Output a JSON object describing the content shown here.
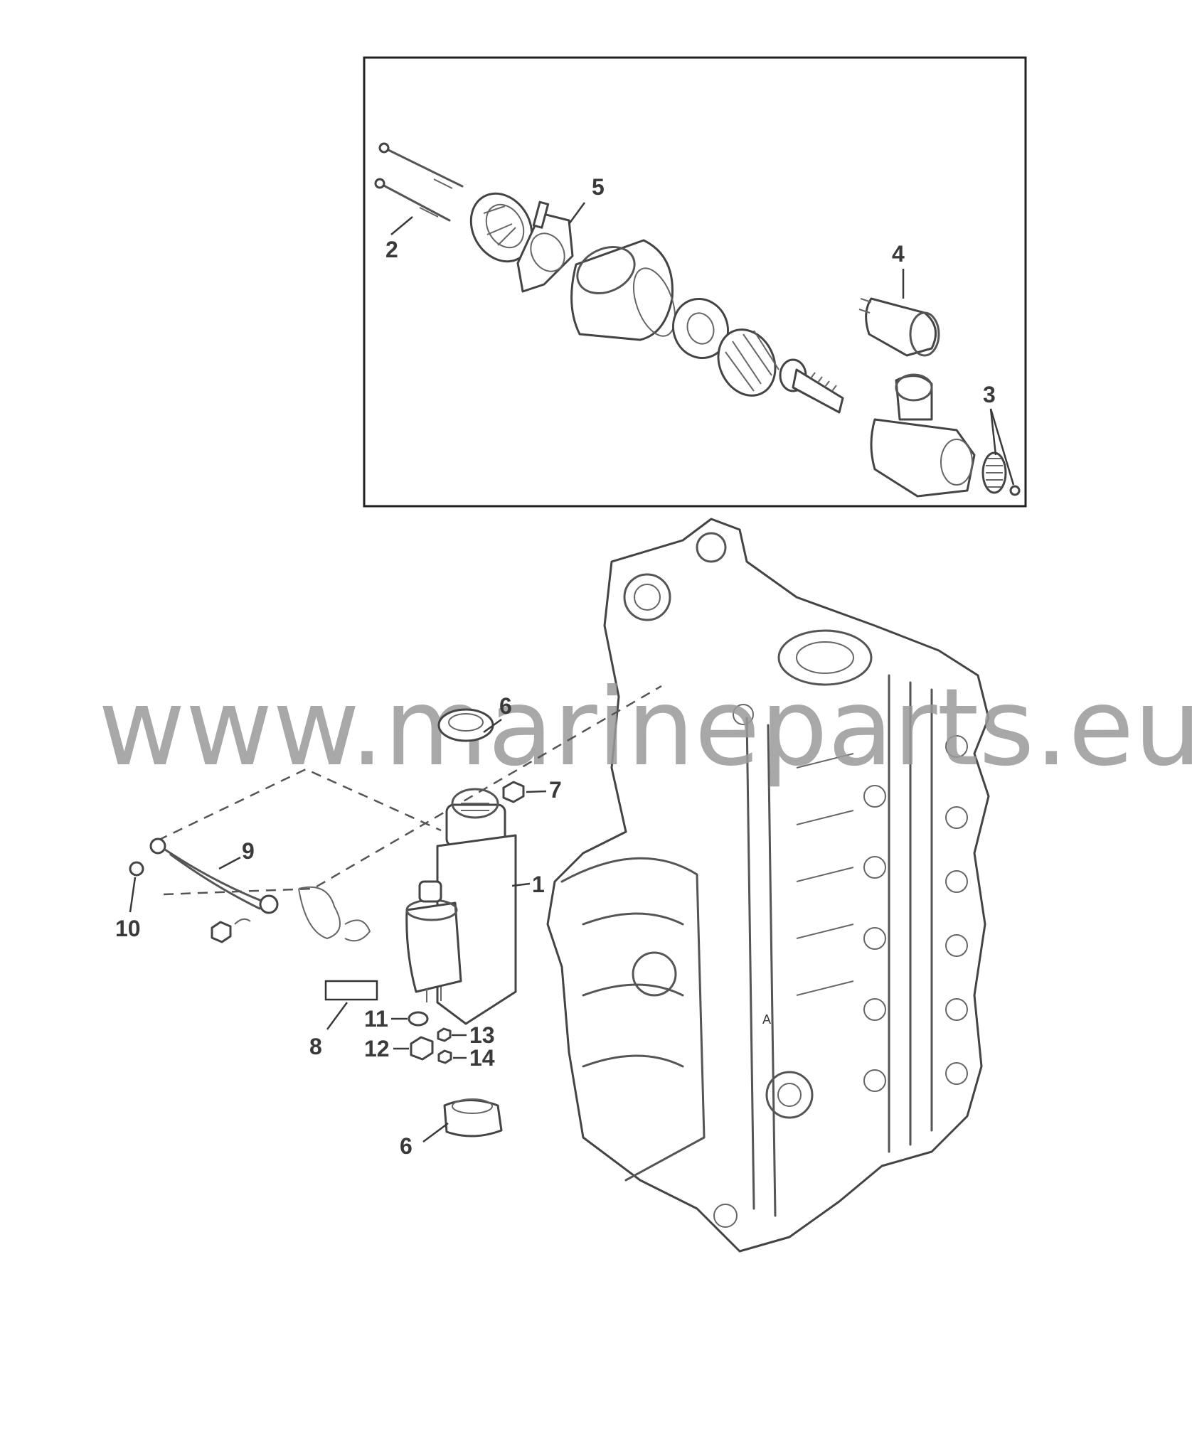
{
  "watermark": "www.marineparts.eu",
  "callouts": {
    "c1": "1",
    "c2": "2",
    "c3": "3",
    "c4": "4",
    "c5": "5",
    "c6a": "6",
    "c6b": "6",
    "c7": "7",
    "c8": "8",
    "c9": "9",
    "c10": "10",
    "c11": "11",
    "c12": "12",
    "c13": "13",
    "c14": "14"
  }
}
